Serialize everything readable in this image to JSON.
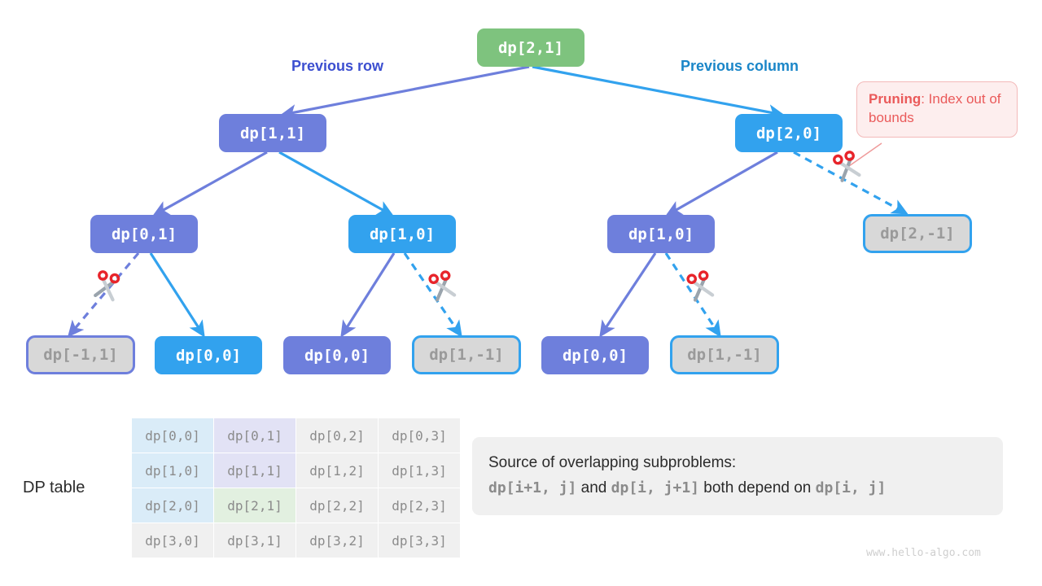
{
  "title": "Recursion tree with pruning for min path sum DP",
  "colors": {
    "green": "#7ec37e",
    "purple": "#6e7fdc",
    "blue": "#32a2ee",
    "oob_fill": "#d8d8d8",
    "oob_text": "#9a9a9a",
    "label_row": "#3c4fd0",
    "label_col": "#1a86c8",
    "pruning_red": "#ea5a5a",
    "pruning_bg": "#fdeeee",
    "scissors_red": "#e8242a",
    "scissors_gray": "#9aa4ad"
  },
  "branch_labels": {
    "previous_row": "Previous row",
    "previous_column": "Previous column"
  },
  "pruning_callout": {
    "strong": "Pruning",
    "rest": ": Index out of bounds"
  },
  "tree": {
    "root": {
      "label": "dp[2,1]",
      "kind": "green"
    },
    "level1": [
      {
        "label": "dp[1,1]",
        "kind": "purple"
      },
      {
        "label": "dp[2,0]",
        "kind": "blue"
      }
    ],
    "level2": [
      {
        "label": "dp[0,1]",
        "kind": "purple"
      },
      {
        "label": "dp[1,0]",
        "kind": "blue"
      },
      {
        "label": "dp[1,0]",
        "kind": "purple"
      },
      {
        "label": "dp[2,-1]",
        "kind": "oob-blue"
      }
    ],
    "level3": [
      {
        "label": "dp[-1,1]",
        "kind": "oob-purple"
      },
      {
        "label": "dp[0,0]",
        "kind": "blue"
      },
      {
        "label": "dp[0,0]",
        "kind": "purple"
      },
      {
        "label": "dp[1,-1]",
        "kind": "oob-blue"
      },
      {
        "label": "dp[0,0]",
        "kind": "purple"
      },
      {
        "label": "dp[1,-1]",
        "kind": "oob-blue"
      }
    ]
  },
  "dp_table": {
    "label": "DP table",
    "rows": [
      [
        {
          "text": "dp[0,0]",
          "fill": "blue"
        },
        {
          "text": "dp[0,1]",
          "fill": "purple"
        },
        {
          "text": "dp[0,2]",
          "fill": "gray"
        },
        {
          "text": "dp[0,3]",
          "fill": "gray"
        }
      ],
      [
        {
          "text": "dp[1,0]",
          "fill": "blue"
        },
        {
          "text": "dp[1,1]",
          "fill": "purple"
        },
        {
          "text": "dp[1,2]",
          "fill": "gray"
        },
        {
          "text": "dp[1,3]",
          "fill": "gray"
        }
      ],
      [
        {
          "text": "dp[2,0]",
          "fill": "blue"
        },
        {
          "text": "dp[2,1]",
          "fill": "green"
        },
        {
          "text": "dp[2,2]",
          "fill": "gray"
        },
        {
          "text": "dp[2,3]",
          "fill": "gray"
        }
      ],
      [
        {
          "text": "dp[3,0]",
          "fill": "gray"
        },
        {
          "text": "dp[3,1]",
          "fill": "gray"
        },
        {
          "text": "dp[3,2]",
          "fill": "gray"
        },
        {
          "text": "dp[3,3]",
          "fill": "gray"
        }
      ]
    ]
  },
  "note": {
    "line1": "Source of overlapping subproblems:",
    "code1": "dp[i+1, j]",
    "mid1": " and ",
    "code2": "dp[i, j+1]",
    "mid2": " both depend on ",
    "code3": "dp[i, j]"
  },
  "watermark": "www.hello-algo.com"
}
